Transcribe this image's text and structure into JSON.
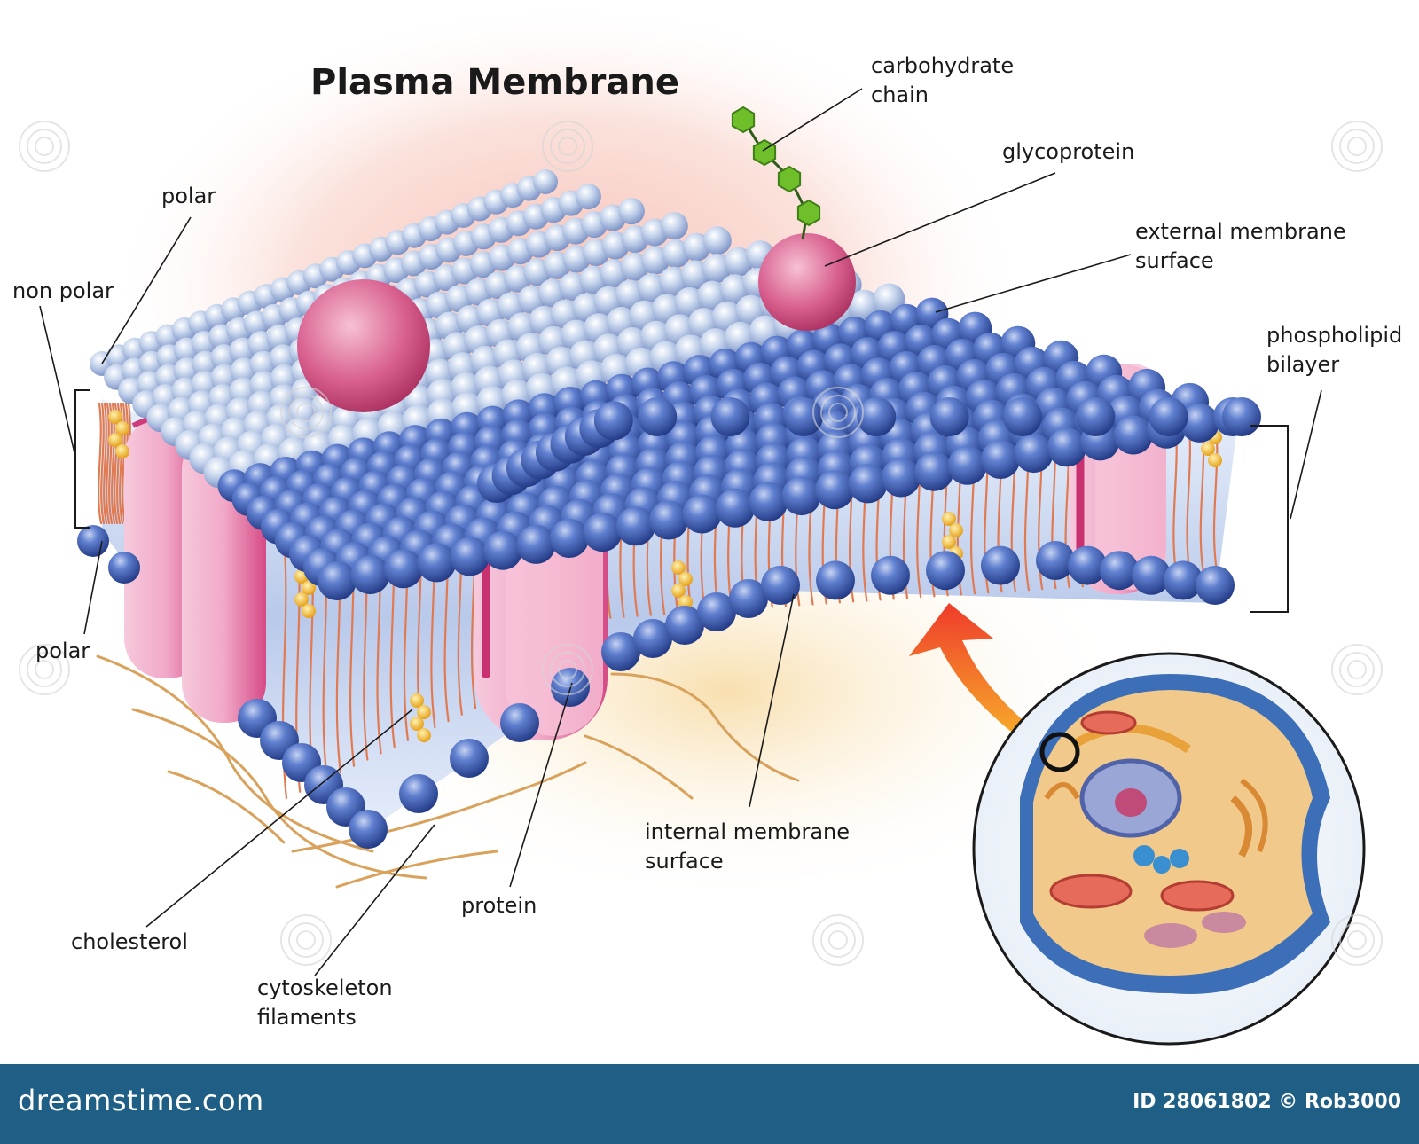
{
  "title": "Plasma Membrane",
  "labels": {
    "carbohydrate_chain": "carbohydrate\nchain",
    "glycoprotein": "glycoprotein",
    "external_membrane_surface": "external membrane\nsurface",
    "phospholipid_bilayer": "phospholipid\nbilayer",
    "polar_top": "polar",
    "non_polar": "non polar",
    "polar_bottom": "polar",
    "cholesterol": "cholesterol",
    "cytoskeleton_filaments": "cytoskeleton\nfilaments",
    "protein": "protein",
    "internal_membrane_surface": "internal membrane\nsurface"
  },
  "footer": {
    "brand": "dreamstime.com",
    "credit": "ID 28061802 © Rob3000"
  },
  "colors": {
    "footer_bg": "#1f5f86",
    "head_top": "#c6d6ee",
    "head_side": "#4f6fb3",
    "protein": "#e88bb3",
    "cholesterol": "#f2b21b",
    "tail": "#e07a52",
    "cytoskeleton": "#d9a25c",
    "carbohydrate": "#6fbf2a",
    "arrow": "#f06a2a"
  },
  "icons": [
    "cell-zoom-icon",
    "arrow-icon",
    "watermark-icon"
  ]
}
